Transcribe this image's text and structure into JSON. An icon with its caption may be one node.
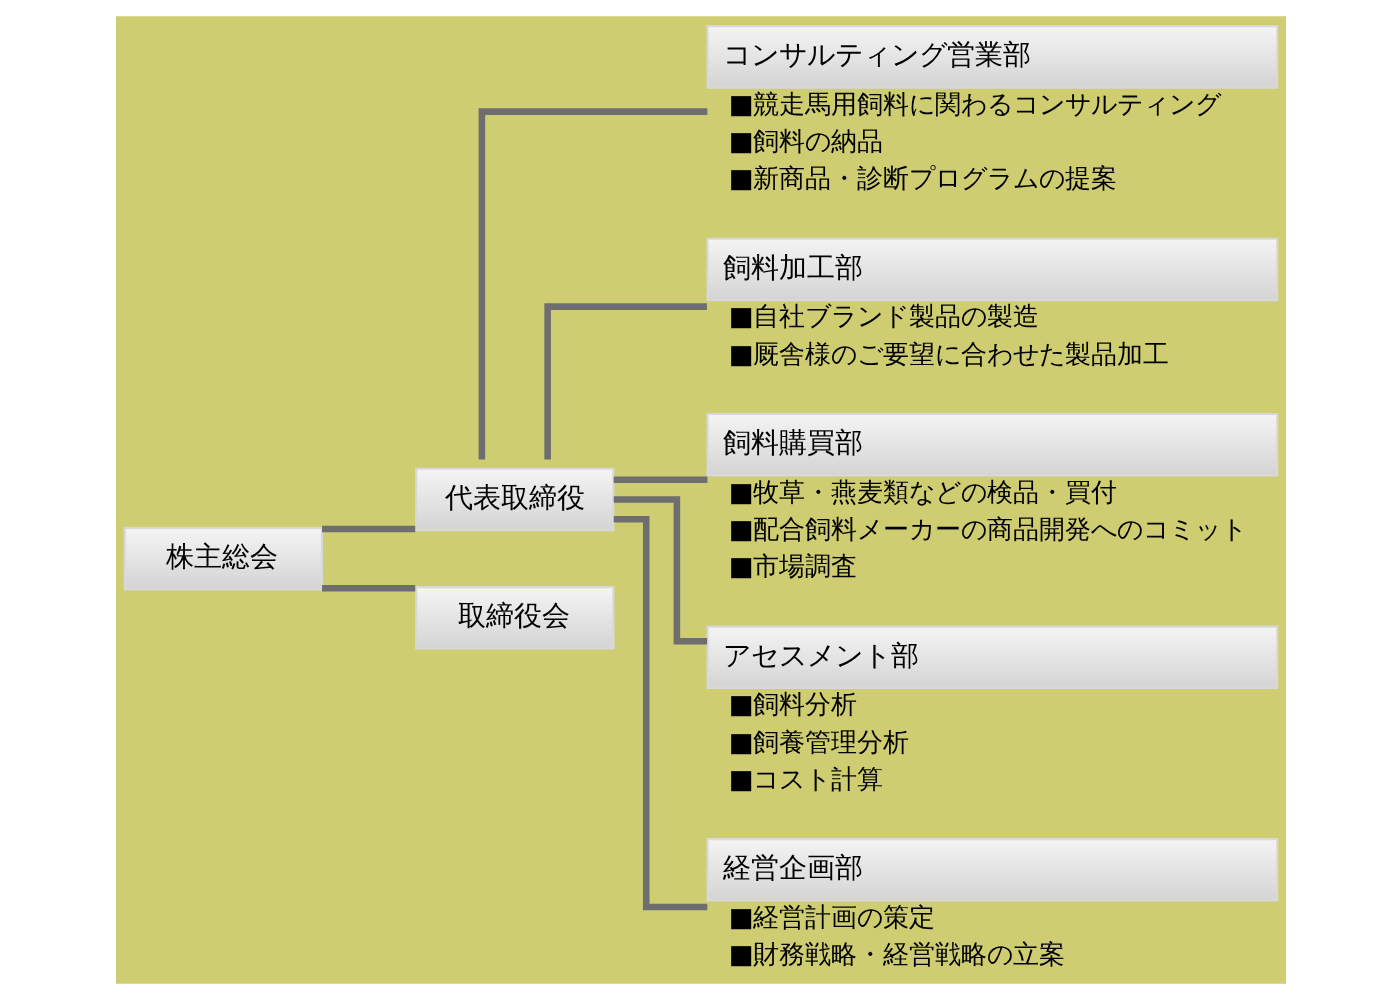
{
  "diagram": {
    "nodes": [
      {
        "text": [
          "株主総会"
        ]
      },
      {
        "text": [
          "代表取締役"
        ]
      },
      {
        "text": [
          "取締役会"
        ]
      },
      {
        "text": [
          "コンサルティング営業部"
        ],
        "beside": [
          "■競走馬用飼料に関わるコンサルティング",
          "■飼料の納品",
          "■新商品・診断プログラムの提案"
        ]
      },
      {
        "text": [
          "飼料加工部"
        ],
        "beside": [
          "■自社ブランド製品の製造",
          "■厩舎様のご要望に合わせた製品加工"
        ]
      },
      {
        "text": [
          "飼料購買部"
        ],
        "beside": [
          "■牧草・燕麦類などの検品・買付",
          "■配合飼料メーカーの商品開発へのコミット",
          "■市場調査"
        ]
      },
      {
        "text": [
          "アセスメント部"
        ],
        "beside": [
          "■飼料分析",
          "■飼養管理分析",
          "■コスト計算"
        ]
      },
      {
        "text": [
          "経営企画部"
        ],
        "beside": [
          "■経営計画の策定",
          "■財務戦略・経営戦略の立案"
        ]
      }
    ],
    "edges": [
      {
        "from": 0,
        "to": 1,
        "arrow": "none"
      },
      {
        "from": 0,
        "to": 2,
        "arrow": "none"
      },
      {
        "from": 1,
        "to": 3,
        "arrow": "none"
      },
      {
        "from": 1,
        "to": 4,
        "arrow": "none"
      },
      {
        "from": 1,
        "to": 5,
        "arrow": "none"
      },
      {
        "from": 1,
        "to": 6,
        "arrow": "none"
      },
      {
        "from": 1,
        "to": 7,
        "arrow": "none"
      }
    ]
  }
}
